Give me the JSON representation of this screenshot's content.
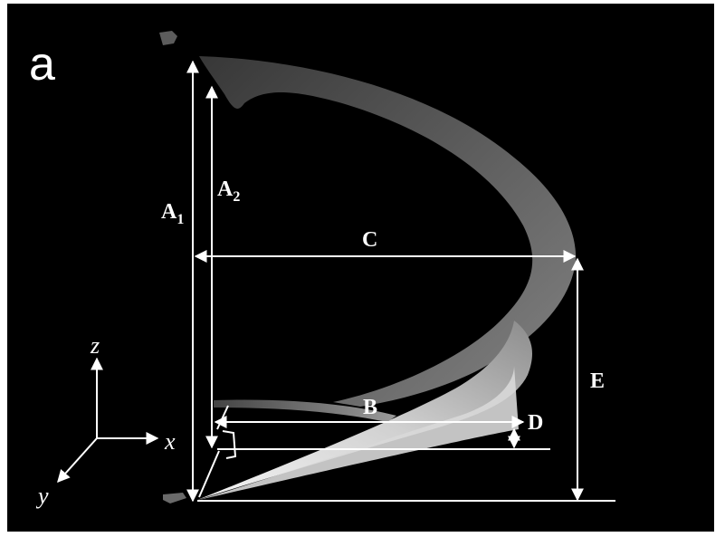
{
  "panel_label": "a",
  "dimensions": {
    "a1": {
      "main": "A",
      "sub": "1"
    },
    "a2": {
      "main": "A",
      "sub": "2"
    },
    "b": "B",
    "c": "C",
    "d": "D",
    "e": "E"
  },
  "axes": {
    "x": "x",
    "y": "y",
    "z": "z"
  },
  "colors": {
    "background": "#000000",
    "annotation": "#ffffff",
    "surface_dark": "#5a5a5a",
    "surface_light": "#e8e8e8"
  }
}
